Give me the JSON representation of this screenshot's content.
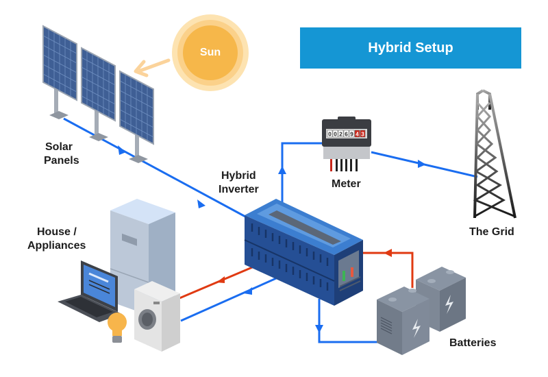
{
  "title": "Hybrid Setup",
  "colors": {
    "title_bg": "#1596d4",
    "dc_wire": "#1a6df0",
    "ac_wire": "#e03a12",
    "sun_core": "#f6b74a",
    "sun_glow": "#fde3b1",
    "inverter": "#2d63b4",
    "battery": "#77818f"
  },
  "components": {
    "sun": {
      "label": "Sun"
    },
    "solar_panels": {
      "label_line1": "Solar",
      "label_line2": "Panels",
      "count": 3
    },
    "inverter": {
      "label_line1": "Hybrid",
      "label_line2": "Inverter"
    },
    "meter": {
      "label": "Meter",
      "reading": [
        "0",
        "0",
        "2",
        "6",
        "9",
        "4",
        "3"
      ]
    },
    "grid": {
      "label": "The Grid"
    },
    "house": {
      "label_line1": "House /",
      "label_line2": "Appliances"
    },
    "batteries": {
      "label": "Batteries",
      "count": 2
    }
  },
  "connections": [
    {
      "from": "Solar Panels",
      "to": "Hybrid Inverter",
      "color": "blue"
    },
    {
      "from": "Hybrid Inverter",
      "to": "Meter",
      "color": "blue"
    },
    {
      "from": "Meter",
      "to": "The Grid",
      "color": "blue"
    },
    {
      "from": "Hybrid Inverter",
      "to": "House / Appliances",
      "color": "red"
    },
    {
      "from": "Hybrid Inverter",
      "to": "House / Appliances",
      "color": "blue"
    },
    {
      "from": "Hybrid Inverter",
      "to": "Batteries",
      "color": "blue"
    },
    {
      "from": "Batteries",
      "to": "Hybrid Inverter",
      "color": "red"
    }
  ]
}
